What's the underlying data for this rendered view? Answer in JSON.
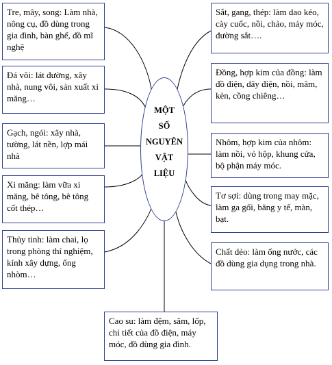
{
  "center": {
    "lines": [
      "MỘT",
      "SỐ",
      "NGUYÊN",
      "VẬT",
      "LIỆU"
    ]
  },
  "left": [
    {
      "text": "Tre, mây, song: Làm nhà, nông cụ, đồ dùng trong gia đình, bàn ghế, đồ mĩ nghệ"
    },
    {
      "text": "Đá vôi: lát đường, xây nhà, nung vôi, sản xuất xi măng…"
    },
    {
      "text": "Gạch, ngói: xây nhà, tường, lát nền, lợp mái nhà"
    },
    {
      "text": "Xi măng: làm vữa xi măng, bê tông, bê tông cốt thép…"
    },
    {
      "text": "Thủy tinh: làm chai, lọ trong phòng thí nghiệm, kính xây dựng, ống nhòm…"
    }
  ],
  "right": [
    {
      "text": "Sắt, gang, thép: làm dao kéo, cày cuốc, nồi, chảo, máy móc, đường sắt…."
    },
    {
      "text": "Đồng, hợp kim của đồng: làm đồ điện, dây điện, nồi, mâm, kèn, cồng chiêng…"
    },
    {
      "text": "Nhôm, hợp kim của nhôm: làm nồi, vỏ hộp, khung cửa, bộ phận máy móc."
    },
    {
      "text": "Tơ sợi: dùng trong may mặc, làm ga gối, băng y tế, màn, bạt."
    },
    {
      "text": "Chất dẻo: làm ống nước, các đồ dùng gia dụng trong nhà."
    }
  ],
  "bottom": {
    "text": "Cao su: làm đệm, săm, lốp, chi tiết của đồ điện, máy móc, đồ dùng gia đình."
  }
}
